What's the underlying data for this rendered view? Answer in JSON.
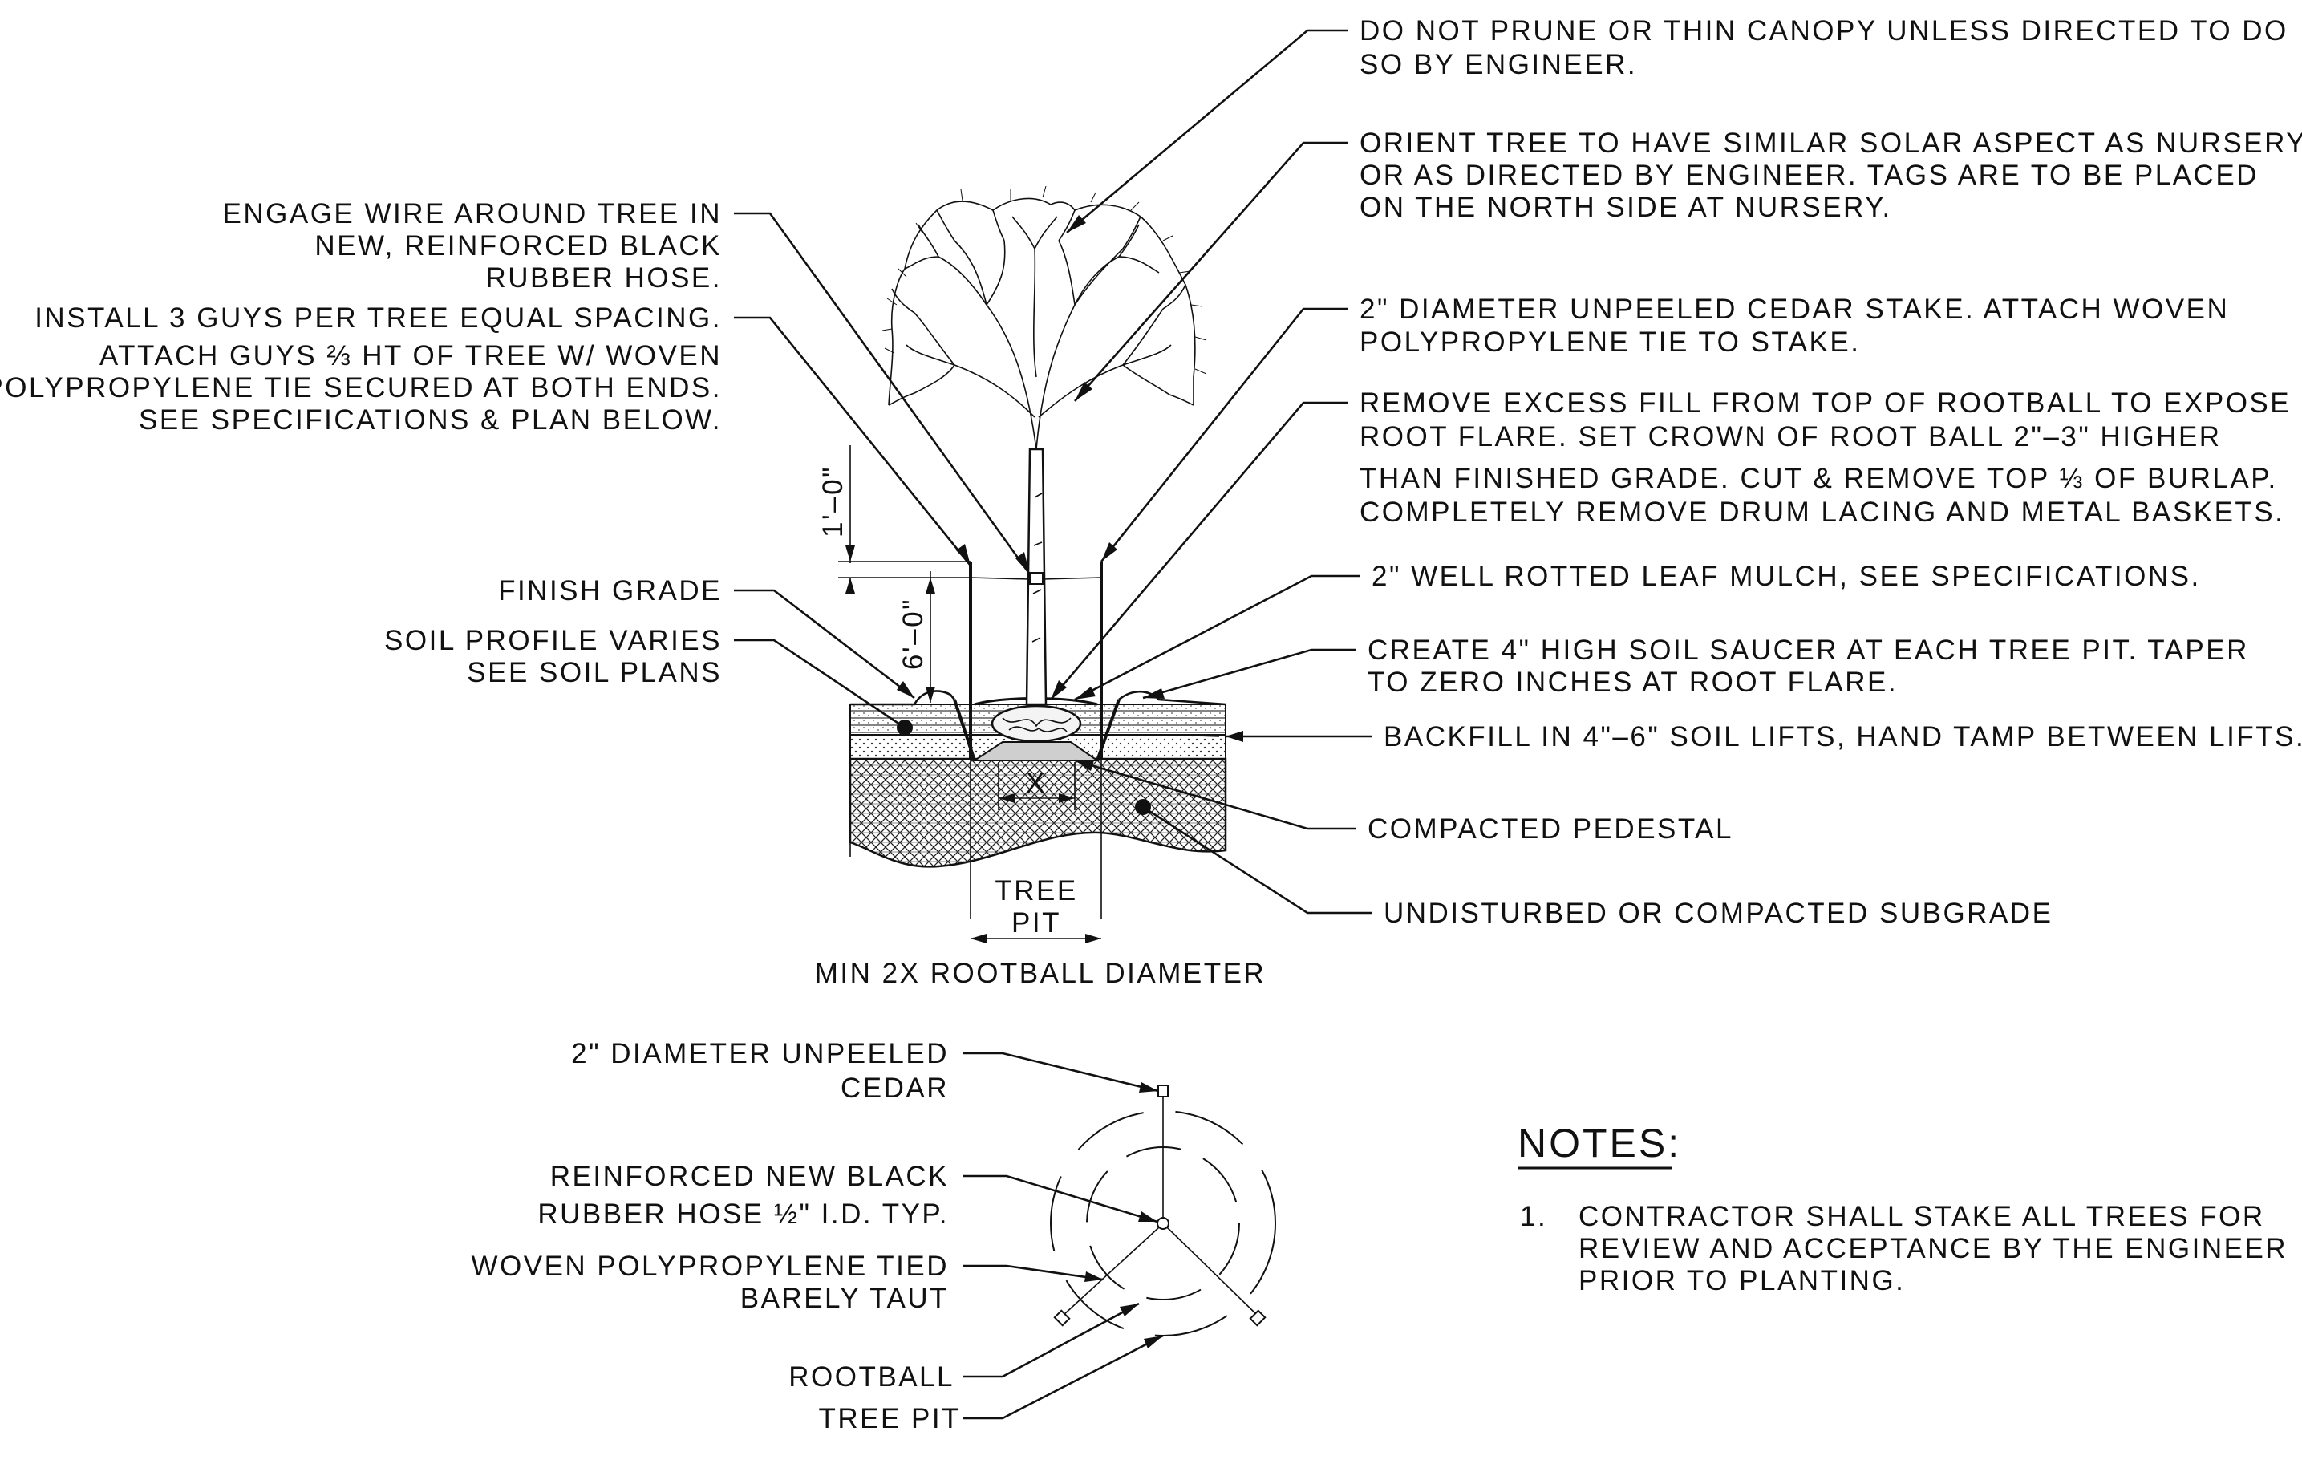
{
  "section_callouts": {
    "right": [
      [
        "DO NOT PRUNE OR THIN CANOPY UNLESS DIRECTED TO DO",
        "SO BY ENGINEER."
      ],
      [
        "ORIENT TREE TO HAVE SIMILAR SOLAR ASPECT AS NURSERY",
        "OR AS DIRECTED BY ENGINEER. TAGS ARE TO BE PLACED",
        "ON THE NORTH SIDE AT NURSERY."
      ],
      [
        "2\" DIAMETER UNPEELED CEDAR STAKE. ATTACH WOVEN",
        "POLYPROPYLENE TIE TO STAKE."
      ],
      [
        "REMOVE EXCESS FILL FROM TOP OF ROOTBALL TO EXPOSE",
        "ROOT FLARE. SET CROWN OF ROOT BALL 2\"–3\" HIGHER",
        "THAN FINISHED GRADE. CUT & REMOVE TOP ⅓ OF BURLAP.",
        "COMPLETELY REMOVE DRUM LACING AND METAL BASKETS."
      ],
      [
        "2\" WELL ROTTED LEAF MULCH, SEE SPECIFICATIONS."
      ],
      [
        "CREATE 4\" HIGH SOIL SAUCER AT EACH TREE PIT. TAPER",
        "TO ZERO INCHES AT ROOT FLARE."
      ],
      [
        "BACKFILL IN 4\"–6\" SOIL LIFTS, HAND TAMP BETWEEN LIFTS."
      ],
      [
        "COMPACTED PEDESTAL"
      ],
      [
        "UNDISTURBED OR COMPACTED SUBGRADE"
      ]
    ],
    "left": [
      [
        "ENGAGE WIRE AROUND TREE IN",
        "NEW, REINFORCED BLACK",
        "RUBBER HOSE."
      ],
      [
        "INSTALL 3 GUYS PER TREE EQUAL SPACING.",
        "ATTACH GUYS ⅔ HT OF TREE W/ WOVEN",
        "POLYPROPYLENE TIE SECURED AT BOTH ENDS.",
        "SEE SPECIFICATIONS & PLAN BELOW."
      ],
      [
        "FINISH GRADE"
      ],
      [
        "SOIL PROFILE VARIES",
        "SEE SOIL PLANS"
      ]
    ]
  },
  "dimensions": {
    "height_above_grade": "1'–0\"",
    "stake_height": "6'–0\"",
    "x_label": "X",
    "tree_pit_label": [
      "TREE",
      "PIT"
    ],
    "min_label": "MIN 2X ROOTBALL DIAMETER"
  },
  "plan_callouts": [
    [
      "2\" DIAMETER UNPEELED",
      "CEDAR"
    ],
    [
      "REINFORCED NEW BLACK",
      "RUBBER HOSE ½\" I.D. TYP."
    ],
    [
      "WOVEN POLYPROPYLENE TIED",
      "BARELY TAUT"
    ],
    [
      "ROOTBALL"
    ],
    [
      "TREE PIT"
    ]
  ],
  "notes": {
    "heading": "NOTES:",
    "items": [
      {
        "number": "1.",
        "lines": [
          "CONTRACTOR SHALL STAKE ALL TREES FOR",
          "REVIEW AND ACCEPTANCE BY THE ENGINEER",
          "PRIOR TO PLANTING."
        ]
      }
    ]
  }
}
